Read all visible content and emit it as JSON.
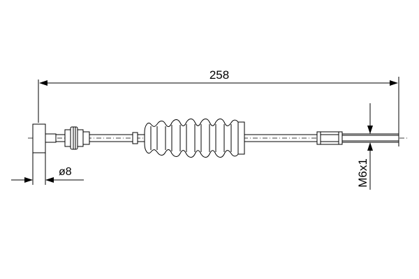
{
  "drawing": {
    "overall_length_label": "258",
    "end_diameter_label": "ø8",
    "thread_label": "M6x1",
    "line_color": "#000000",
    "background_color": "#ffffff"
  }
}
